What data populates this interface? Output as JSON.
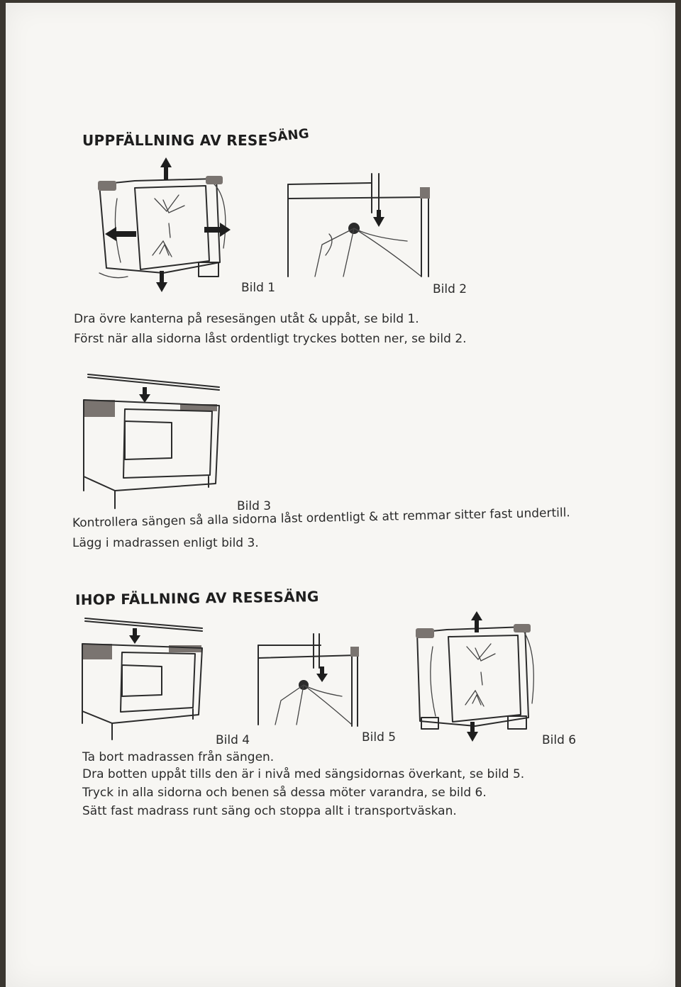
{
  "section1": {
    "heading_a": "UPPFÄLLNING AV RESE",
    "heading_b": "SÄNG",
    "captions": [
      "Bild 1",
      "Bild 2",
      "Bild 3"
    ],
    "lines": [
      "Dra övre kanterna på resesängen utåt & uppåt, se bild 1.",
      "Först när alla sidorna låst ordentligt tryckes botten ner, se bild 2.",
      "Kontrollera sängen så alla sidorna låst ordentligt & att remmar sitter fast undertill.",
      "Lägg i madrassen enligt bild 3."
    ]
  },
  "section2": {
    "heading": "IHOP FÄLLNING AV RESESÄNG",
    "captions": [
      "Bild 4",
      "Bild 5",
      "Bild 6"
    ],
    "lines": [
      "Ta bort madrassen från sängen.",
      "Dra botten uppåt tills den är i nivå med sängsidornas överkant, se bild 5.",
      "Tryck in alla sidorna och benen så dessa möter varandra, se bild 6.",
      "Sätt fast madrass runt säng och stoppa allt i transportväskan."
    ]
  }
}
